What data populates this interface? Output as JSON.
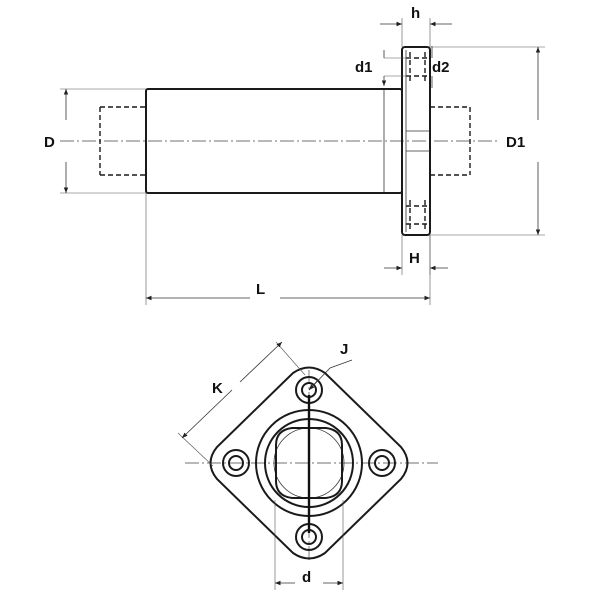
{
  "labels": {
    "h": "h",
    "d1": "d1",
    "d2": "d2",
    "D": "D",
    "D1": "D1",
    "H": "H",
    "L": "L",
    "J": "J",
    "K": "K",
    "d": "d"
  },
  "colors": {
    "line": "#1a1a1a",
    "background": "#ffffff"
  }
}
